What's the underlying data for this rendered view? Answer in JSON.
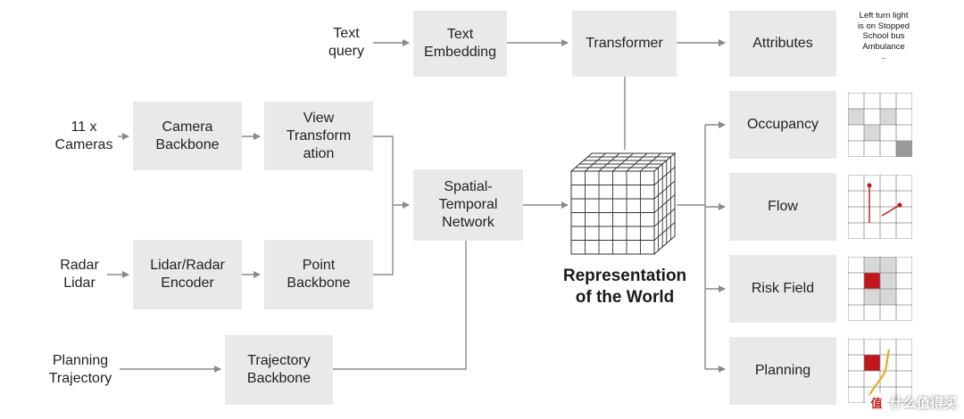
{
  "inputs": {
    "text_query": "Text\nquery",
    "cameras": "11 x\nCameras",
    "radar_lidar": "Radar\nLidar",
    "planning_trajectory": "Planning\nTrajectory"
  },
  "blocks": {
    "text_embedding": "Text\nEmbedding",
    "transformer": "Transformer",
    "camera_backbone": "Camera\nBackbone",
    "view_transformation": "View\nTransform\nation",
    "lidar_radar_encoder": "Lidar/Radar\nEncoder",
    "point_backbone": "Point\nBackbone",
    "spatial_temporal_network": "Spatial-\nTemporal\nNetwork",
    "trajectory_backbone": "Trajectory\nBackbone"
  },
  "representation": "Representation\nof the World",
  "outputs": {
    "attributes": "Attributes",
    "occupancy": "Occupancy",
    "flow": "Flow",
    "risk_field": "Risk Field",
    "planning": "Planning"
  },
  "attributes_examples": "Left turn light\nis on Stopped\nSchool bus\nAmbulance\n..",
  "watermark": "什么值得买",
  "watermark_badge": "值",
  "colors": {
    "box": "#e9e9e9",
    "line": "#8a8a8a",
    "cell_light": "#d8d8d8",
    "cell_dark": "#9a9a9a",
    "red": "#c0161c",
    "yellow": "#e0b020"
  }
}
